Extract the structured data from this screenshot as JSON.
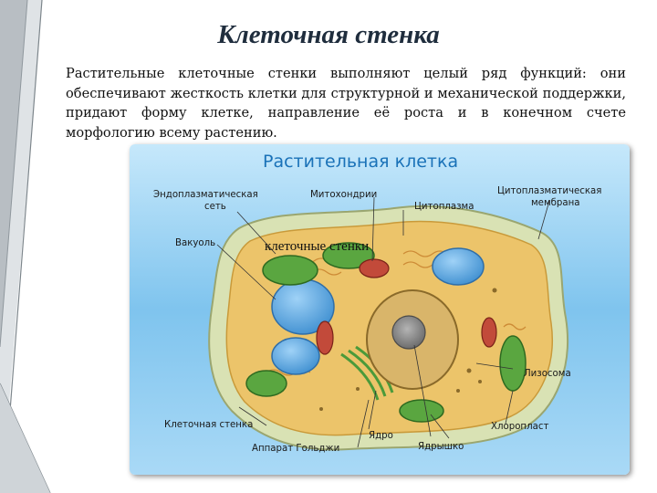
{
  "slide": {
    "title": "Клеточная стенка",
    "body": "Растительные клеточные стенки выполняют целый ряд функций: они обеспечивают жесткость клетки для структурной и механической поддержки, придают форму клетке, направление её роста и в конечном счете морфологию всему растению."
  },
  "figure": {
    "title": "Растительная клетка",
    "overlay_caption": "клеточные стенки",
    "labels": {
      "er_line1": "Эндоплазматическая",
      "er_line2": "сеть",
      "mitochondria": "Митохондрии",
      "cytoplasm": "Цитоплазма",
      "membrane_line1": "Цитоплазматическая",
      "membrane_line2": "мембрана",
      "vacuole": "Вакуоль",
      "lysosome": "Лизосома",
      "cell_wall": "Клеточная стенка",
      "nucleus": "Ядро",
      "chloroplast": "Хлоропласт",
      "golgi": "Аппарат Гольджи",
      "nucleolus": "Ядрышко"
    }
  },
  "colors": {
    "title": "#1f2d3d",
    "figure_title": "#1a72b8",
    "background_blue": "#7fc4ee",
    "cell_wall": "#d9e2b4",
    "cytoplasm": "#ecc46a",
    "vacuole": "#5aa8e2",
    "chloroplast": "#5aa640",
    "mitochondria": "#c24a3a",
    "nucleus": "#8a8a8a"
  }
}
